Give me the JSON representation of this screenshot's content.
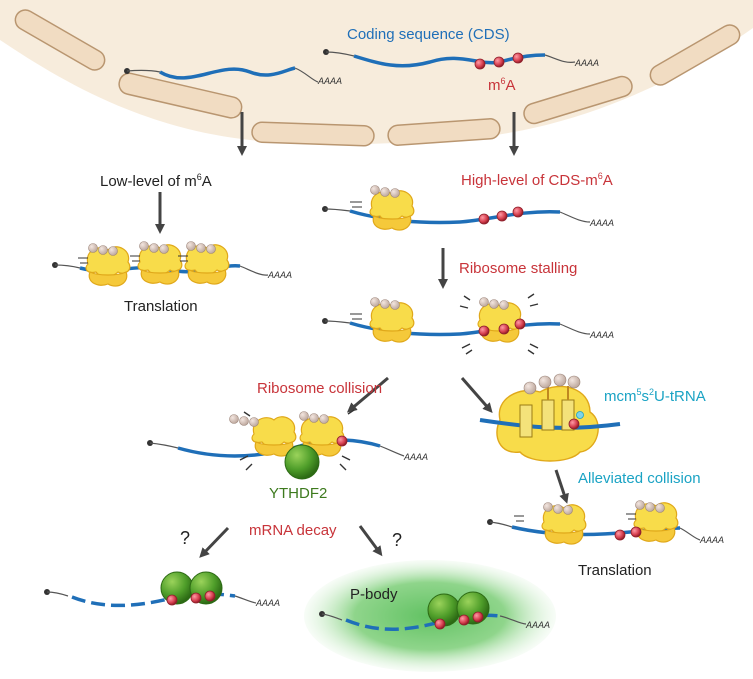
{
  "labels": {
    "cds": "Coding sequence (CDS)",
    "m6a_top": "m6A",
    "low_level": "Low-level of m6A",
    "high_level": "High-level of CDS-m6A",
    "ribosome_stalling": "Ribosome stalling",
    "ribosome_collision": "Ribosome collision",
    "mcm_trna": "mcm5s2U-tRNA",
    "alleviated_collision": "Alleviated collision",
    "translation_left": "Translation",
    "translation_right": "Translation",
    "ythdf2": "YTHDF2",
    "mrna_decay": "mRNA decay",
    "p_body": "P-body",
    "question_left": "?",
    "question_right": "?"
  },
  "polyA": [
    "AAAA",
    "AAAA",
    "AAAA",
    "AAAA",
    "AAAA",
    "AAAA",
    "AAAA",
    "AAAA",
    "AAAA"
  ],
  "colors": {
    "nucleus": "#f7ecdc",
    "membrane": "#e9d3b6",
    "rna_blue": "#1f6fb8",
    "m6a_red": "#d23a4a",
    "ribosome": "#f8dc4a",
    "ythdf2": "#4f9e2a",
    "pbody": "#7fcf7a",
    "arrow": "#444444"
  }
}
